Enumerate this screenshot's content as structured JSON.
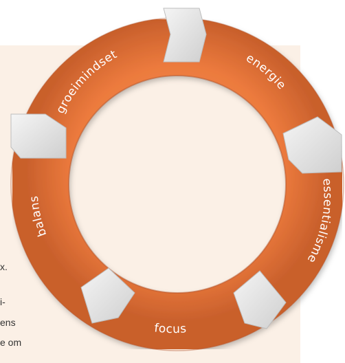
{
  "text_fragments": [
    "x.",
    "i-",
    "ens",
    "e om"
  ],
  "ring_labels": [
    "groeimindset",
    "energie",
    "essentialisme",
    "focus",
    "balans"
  ],
  "colors": {
    "background_panel": "#fbf0e6",
    "ring_orange": "#ec7a3d",
    "ring_orange_dark": "#c7582a",
    "band_white": "#ececec",
    "band_shadow": "#c8c8c8",
    "label_text": "#ffffff",
    "body_text": "#333333"
  }
}
